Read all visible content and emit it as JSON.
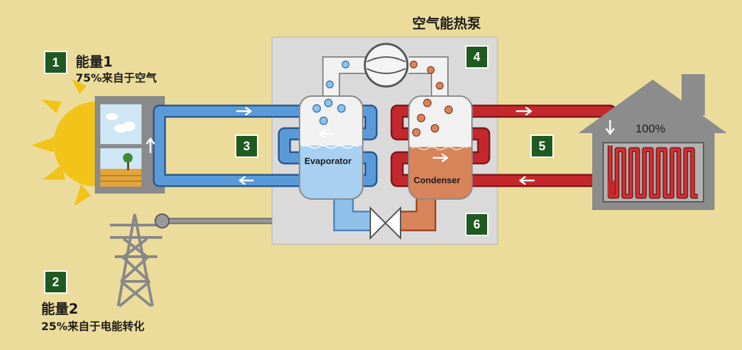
{
  "title": "空气能热泵",
  "energy1": {
    "number": "1",
    "name": "能量1",
    "description": "75%来自于空气"
  },
  "energy2": {
    "number": "2",
    "name": "能量2",
    "description": "25%来自于电能转化"
  },
  "steps": [
    "3",
    "4",
    "5",
    "6"
  ],
  "components": {
    "evaporator": "Evaporator",
    "condenser": "Condenser"
  },
  "house_percent": "100%",
  "colors": {
    "background": "#ebdc9b",
    "cold_loop": "#4f8fd0",
    "hot_loop": "#c0262a",
    "badge": "#1f5b21",
    "pump_box": "#dadada",
    "sun": "#f2c318",
    "house": "#8c8c8c"
  },
  "icons": [
    "sun-icon",
    "window-icon",
    "power-pylon-icon",
    "compressor-icon",
    "expansion-valve-icon",
    "house-icon",
    "radiator-icon"
  ]
}
